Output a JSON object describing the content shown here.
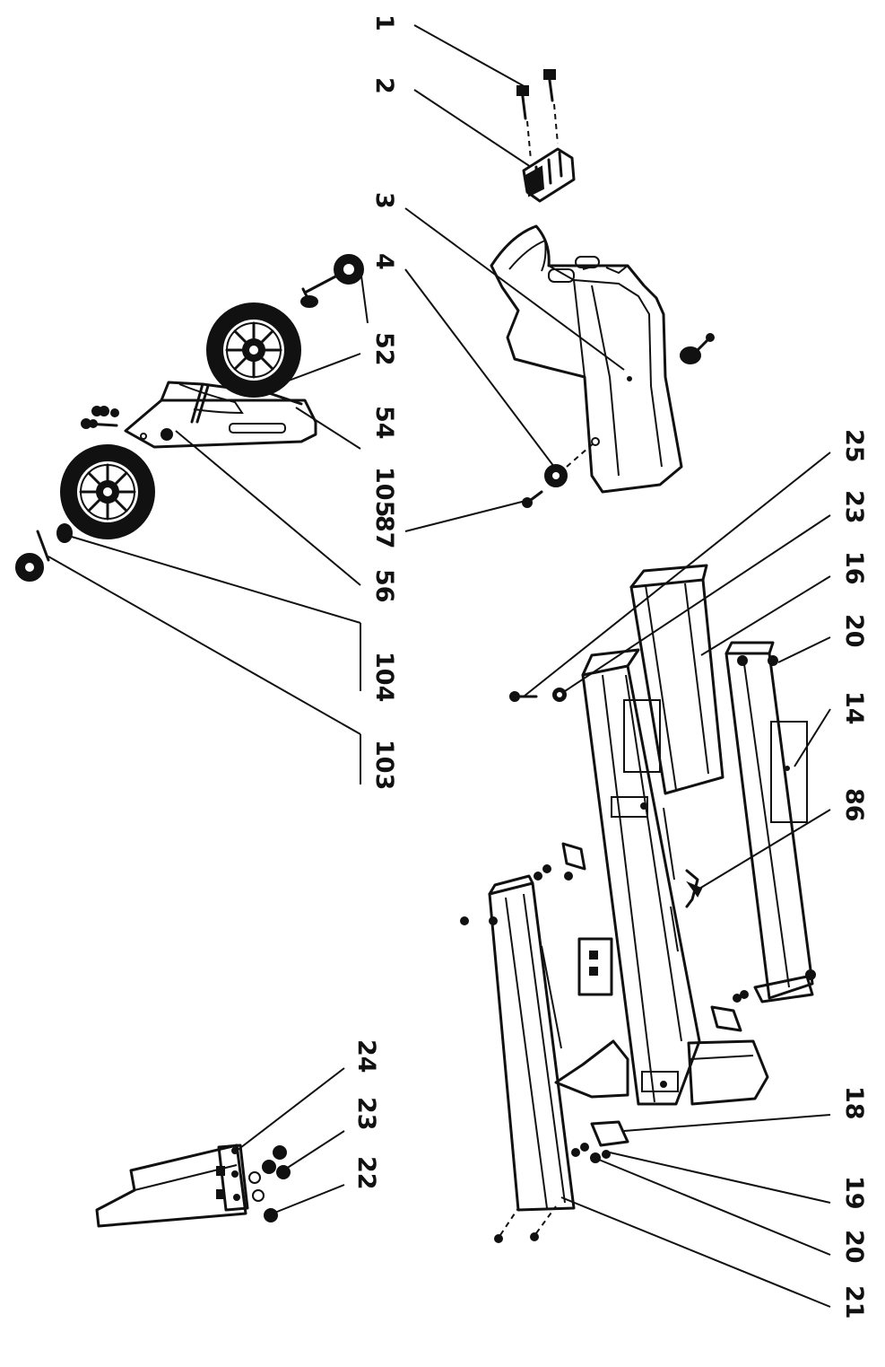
{
  "labels": {
    "l1": "1",
    "l2": "2",
    "l3": "3",
    "l4": "4",
    "l52": "52",
    "l54": "54",
    "l105": "105",
    "l87": "87",
    "l56": "56",
    "l104": "104",
    "l103": "103",
    "l25": "25",
    "l23a": "23",
    "l16": "16",
    "l20a": "20",
    "l14": "14",
    "l86": "86",
    "l18": "18",
    "l19": "19",
    "l20b": "20",
    "l21": "21",
    "l24": "24",
    "l23b": "23",
    "l22": "22"
  },
  "colors": {
    "ink": "#111111",
    "paper": "#ffffff"
  }
}
